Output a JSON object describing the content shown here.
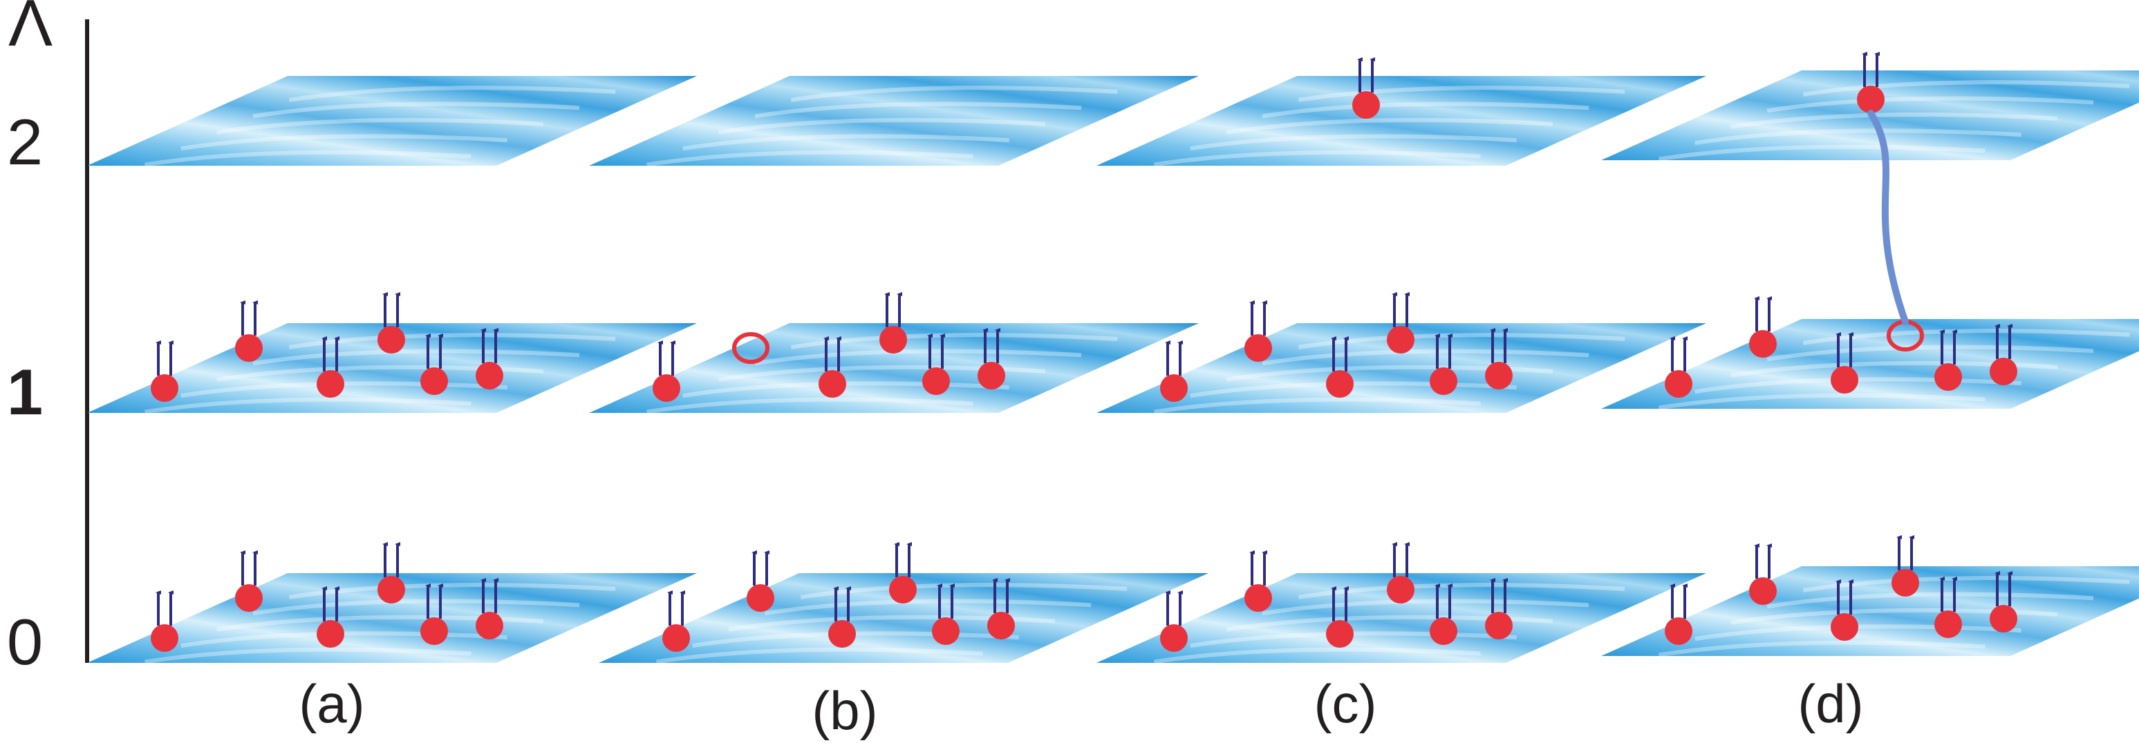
{
  "axis": {
    "symbol": "Λ",
    "levels": [
      "0",
      "1",
      "2"
    ]
  },
  "colors": {
    "plane_light": "#bfe4f7",
    "plane_mid": "#5fb4e6",
    "plane_dark": "#1c8fd6",
    "particle": "#e8323c",
    "arrow": "#2e2c7f",
    "bond": "#6d8ed0",
    "axis_line": "#231f20"
  },
  "panels": [
    {
      "label": "(a)",
      "levels": [
        {
          "level": "0",
          "particles": 6,
          "holes": 0
        },
        {
          "level": "1",
          "particles": 6,
          "holes": 0
        },
        {
          "level": "2",
          "particles": 0,
          "holes": 0
        }
      ]
    },
    {
      "label": "(b)",
      "levels": [
        {
          "level": "0",
          "particles": 6,
          "holes": 0
        },
        {
          "level": "1",
          "particles": 5,
          "holes": 1
        },
        {
          "level": "2",
          "particles": 0,
          "holes": 0
        }
      ]
    },
    {
      "label": "(c)",
      "levels": [
        {
          "level": "0",
          "particles": 6,
          "holes": 0
        },
        {
          "level": "1",
          "particles": 6,
          "holes": 0
        },
        {
          "level": "2",
          "particles": 1,
          "holes": 0
        }
      ]
    },
    {
      "label": "(d)",
      "levels": [
        {
          "level": "0",
          "particles": 6,
          "holes": 0
        },
        {
          "level": "1",
          "particles": 5,
          "holes": 1
        },
        {
          "level": "2",
          "particles": 1,
          "holes": 0
        }
      ],
      "bond": "hole on level 1 connected to particle on level 2"
    }
  ]
}
